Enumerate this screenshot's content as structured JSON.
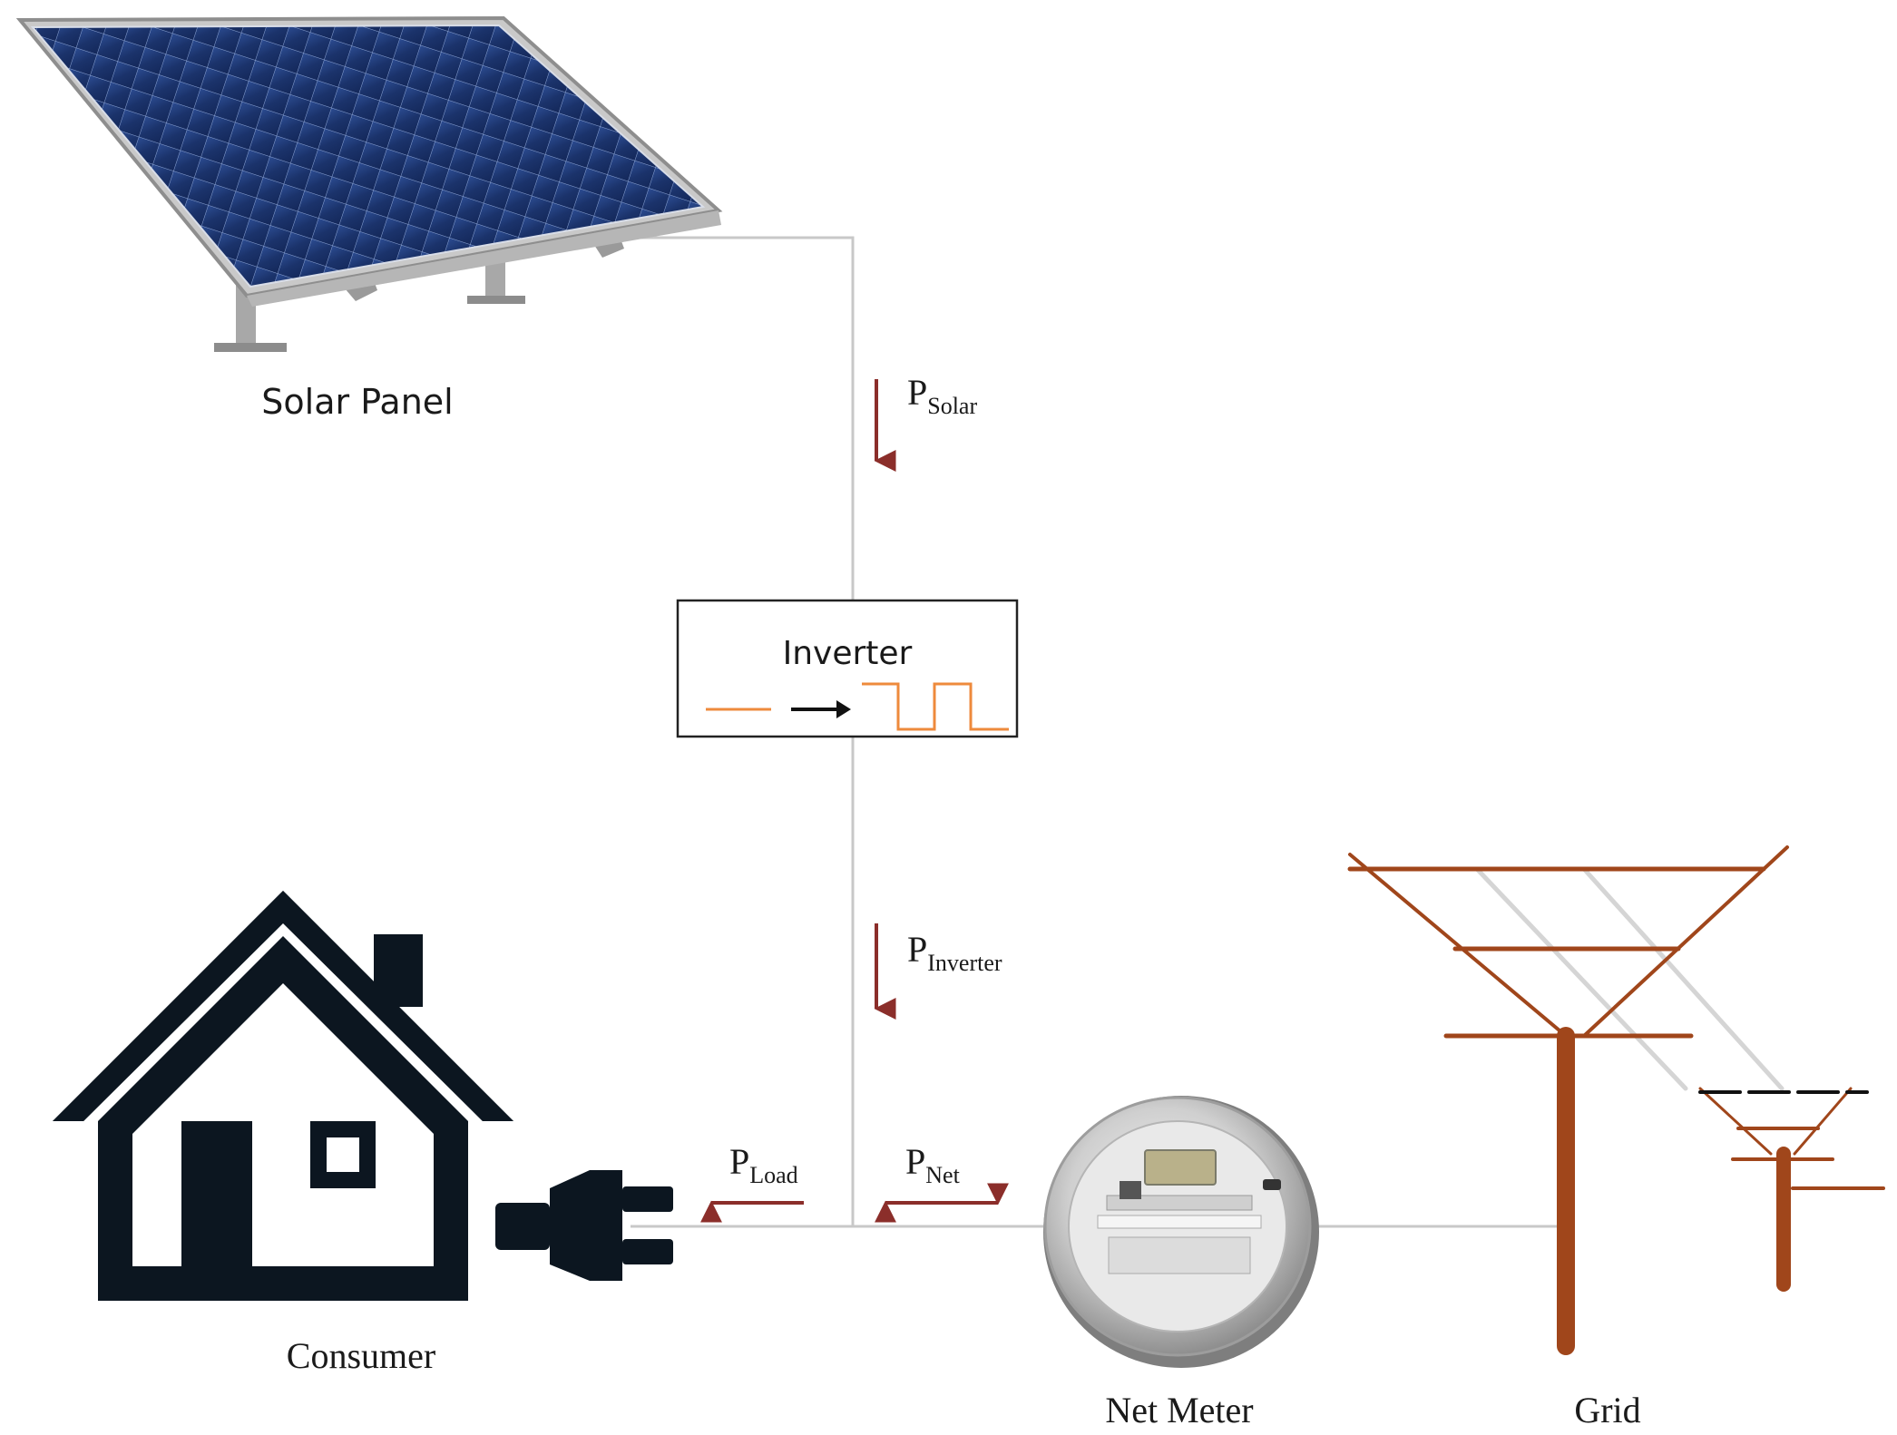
{
  "components": {
    "solar_panel": {
      "label": "Solar Panel"
    },
    "inverter": {
      "label": "Inverter"
    },
    "consumer": {
      "label": "Consumer"
    },
    "net_meter": {
      "label": "Net Meter"
    },
    "grid": {
      "label": "Grid"
    }
  },
  "flows": {
    "solar": {
      "main": "P",
      "sub": "Solar",
      "direction": "down"
    },
    "inverter": {
      "main": "P",
      "sub": "Inverter",
      "direction": "down"
    },
    "load": {
      "main": "P",
      "sub": "Load",
      "direction": "left"
    },
    "net": {
      "main": "P",
      "sub": "Net",
      "direction": "bidirectional"
    }
  },
  "colors": {
    "wire": "#c8c8c8",
    "flow_arrow": "#8b2e2a",
    "waveform": "#ee8a3c",
    "grid_pole": "#a0461b",
    "house": "#0c1620",
    "panel_cell": "#1f3d7a"
  }
}
